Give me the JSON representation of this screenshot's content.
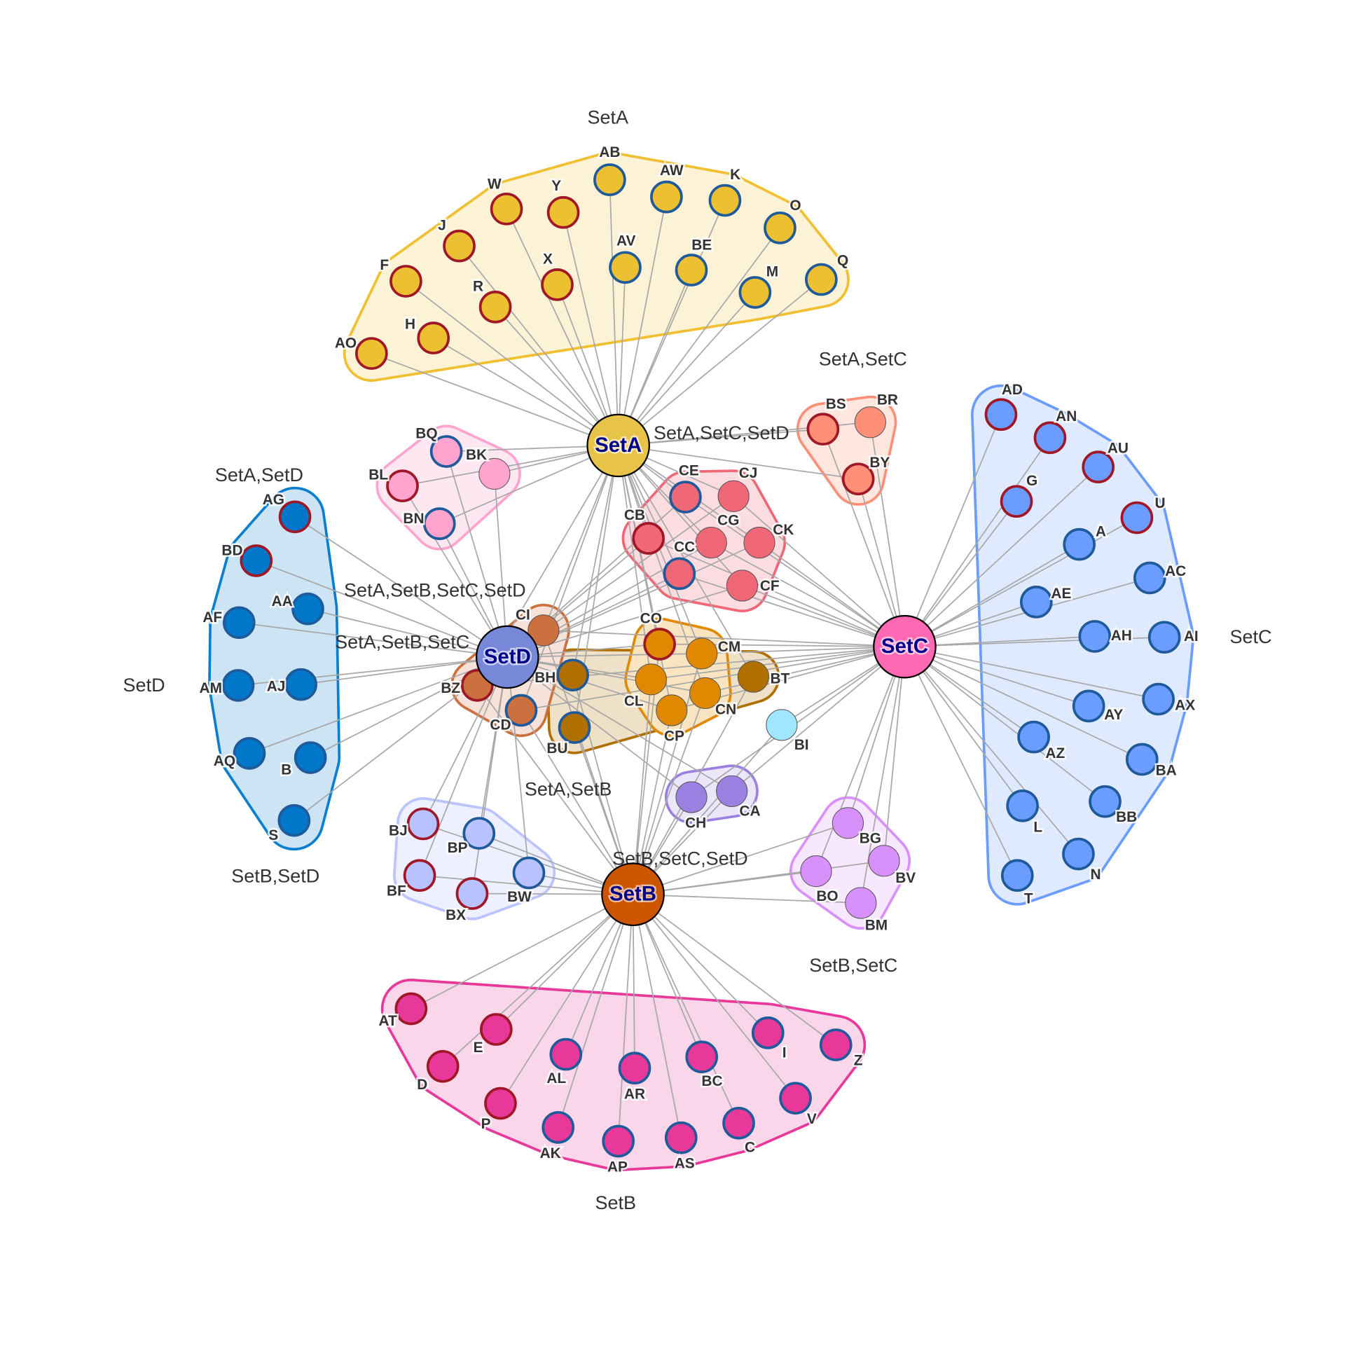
{
  "hubs": [
    {
      "id": "SetA",
      "label": "SetA",
      "color": "#e8c34a"
    },
    {
      "id": "SetB",
      "label": "SetB",
      "color": "#cc5500"
    },
    {
      "id": "SetC",
      "label": "SetC",
      "color": "#ff69b4"
    },
    {
      "id": "SetD",
      "label": "SetD",
      "color": "#7788d8"
    }
  ],
  "ring_colors": {
    "red": "#a01828",
    "blue": "#1f5a9a",
    "none": "#555555"
  },
  "edge_color": "#a8a8a8",
  "groups": [
    {
      "id": "gA",
      "label": "SetA",
      "sets": [
        "SetA"
      ],
      "node_color": "#ecc030",
      "hull_fill": "#fcf2d6",
      "hull_stroke": "#f0c030",
      "nodes": [
        {
          "id": "AB",
          "ring": "blue"
        },
        {
          "id": "W",
          "ring": "red"
        },
        {
          "id": "Y",
          "ring": "red"
        },
        {
          "id": "AW",
          "ring": "blue"
        },
        {
          "id": "K",
          "ring": "blue"
        },
        {
          "id": "O",
          "ring": "blue"
        },
        {
          "id": "J",
          "ring": "red"
        },
        {
          "id": "X",
          "ring": "red"
        },
        {
          "id": "AV",
          "ring": "blue"
        },
        {
          "id": "BE",
          "ring": "blue"
        },
        {
          "id": "F",
          "ring": "red"
        },
        {
          "id": "R",
          "ring": "red"
        },
        {
          "id": "M",
          "ring": "blue"
        },
        {
          "id": "Q",
          "ring": "blue"
        },
        {
          "id": "H",
          "ring": "red"
        },
        {
          "id": "AO",
          "ring": "red"
        }
      ]
    },
    {
      "id": "gC",
      "label": "SetC",
      "sets": [
        "SetC"
      ],
      "node_color": "#6b9cff",
      "hull_fill": "#e0eaff",
      "hull_stroke": "#6b9cff",
      "nodes": [
        {
          "id": "AD",
          "ring": "red"
        },
        {
          "id": "AN",
          "ring": "red"
        },
        {
          "id": "G",
          "ring": "red"
        },
        {
          "id": "AU",
          "ring": "red"
        },
        {
          "id": "U",
          "ring": "red"
        },
        {
          "id": "A",
          "ring": "blue"
        },
        {
          "id": "AC",
          "ring": "blue"
        },
        {
          "id": "AE",
          "ring": "blue"
        },
        {
          "id": "AH",
          "ring": "blue"
        },
        {
          "id": "AI",
          "ring": "blue"
        },
        {
          "id": "AY",
          "ring": "blue"
        },
        {
          "id": "AX",
          "ring": "blue"
        },
        {
          "id": "AZ",
          "ring": "blue"
        },
        {
          "id": "BA",
          "ring": "blue"
        },
        {
          "id": "L",
          "ring": "blue"
        },
        {
          "id": "BB",
          "ring": "blue"
        },
        {
          "id": "N",
          "ring": "blue"
        },
        {
          "id": "T",
          "ring": "blue"
        }
      ]
    },
    {
      "id": "gB",
      "label": "SetB",
      "sets": [
        "SetB"
      ],
      "node_color": "#e8399a",
      "hull_fill": "#f9d6ea",
      "hull_stroke": "#e8399a",
      "nodes": [
        {
          "id": "AT",
          "ring": "red"
        },
        {
          "id": "E",
          "ring": "red"
        },
        {
          "id": "D",
          "ring": "red"
        },
        {
          "id": "AL",
          "ring": "blue"
        },
        {
          "id": "AR",
          "ring": "blue"
        },
        {
          "id": "BC",
          "ring": "blue"
        },
        {
          "id": "I",
          "ring": "blue"
        },
        {
          "id": "Z",
          "ring": "blue"
        },
        {
          "id": "P",
          "ring": "red"
        },
        {
          "id": "V",
          "ring": "blue"
        },
        {
          "id": "AK",
          "ring": "blue"
        },
        {
          "id": "AP",
          "ring": "blue"
        },
        {
          "id": "AS",
          "ring": "blue"
        },
        {
          "id": "C",
          "ring": "blue"
        }
      ]
    },
    {
      "id": "gD",
      "label": "SetD",
      "sets": [
        "SetD"
      ],
      "node_color": "#0077c8",
      "hull_fill": "#cce4f4",
      "hull_stroke": "#0a7fd0",
      "nodes": [
        {
          "id": "AG",
          "ring": "red"
        },
        {
          "id": "BD",
          "ring": "red"
        },
        {
          "id": "AA",
          "ring": "blue"
        },
        {
          "id": "AF",
          "ring": "blue"
        },
        {
          "id": "AM",
          "ring": "blue"
        },
        {
          "id": "AJ",
          "ring": "blue"
        },
        {
          "id": "AQ",
          "ring": "blue"
        },
        {
          "id": "B",
          "ring": "blue"
        },
        {
          "id": "S",
          "ring": "blue"
        }
      ]
    },
    {
      "id": "gAC",
      "label": "SetA,SetC",
      "sets": [
        "SetA",
        "SetC"
      ],
      "node_color": "#ff9077",
      "hull_fill": "#ffe6df",
      "hull_stroke": "#ff9077",
      "nodes": [
        {
          "id": "BS",
          "ring": "red"
        },
        {
          "id": "BR",
          "ring": "none"
        },
        {
          "id": "BY",
          "ring": "red"
        }
      ]
    },
    {
      "id": "gAD",
      "label": "SetA,SetD",
      "sets": [
        "SetA",
        "SetD"
      ],
      "node_color": "#ffa3cf",
      "hull_fill": "#fde8f2",
      "hull_stroke": "#ffa3cf",
      "nodes": [
        {
          "id": "BQ",
          "ring": "blue"
        },
        {
          "id": "BK",
          "ring": "none"
        },
        {
          "id": "BL",
          "ring": "red"
        },
        {
          "id": "BN",
          "ring": "blue"
        }
      ]
    },
    {
      "id": "gACD",
      "label": "SetA,SetC,SetD",
      "sets": [
        "SetA",
        "SetC",
        "SetD"
      ],
      "node_color": "#f06878",
      "hull_fill": "#fbdde1",
      "hull_stroke": "#f06878",
      "nodes": [
        {
          "id": "CE",
          "ring": "blue"
        },
        {
          "id": "CJ",
          "ring": "none"
        },
        {
          "id": "CB",
          "ring": "red"
        },
        {
          "id": "CG",
          "ring": "none"
        },
        {
          "id": "CK",
          "ring": "none"
        },
        {
          "id": "CC",
          "ring": "blue"
        },
        {
          "id": "CF",
          "ring": "none"
        }
      ]
    },
    {
      "id": "gAB",
      "label": "SetA,SetB",
      "sets": [
        "SetA",
        "SetB"
      ],
      "node_color": "#b07000",
      "hull_fill": "#efe0c8",
      "hull_stroke": "#b07000",
      "nodes": [
        {
          "id": "BH",
          "ring": "blue"
        },
        {
          "id": "BU",
          "ring": "blue"
        },
        {
          "id": "BT",
          "ring": "none"
        }
      ]
    },
    {
      "id": "gABCD",
      "label": "SetA,SetB,SetC,SetD",
      "sets": [
        "SetA",
        "SetB",
        "SetC",
        "SetD"
      ],
      "node_color": "#e08800",
      "hull_fill": "#f8e4c0",
      "hull_stroke": "#e08800",
      "nodes": [
        {
          "id": "CO",
          "ring": "red"
        },
        {
          "id": "CM",
          "ring": "none"
        },
        {
          "id": "CL",
          "ring": "none"
        },
        {
          "id": "CN",
          "ring": "none"
        },
        {
          "id": "CP",
          "ring": "none"
        }
      ]
    },
    {
      "id": "gABC",
      "label": "SetA,SetB,SetC",
      "sets": [
        "SetA",
        "SetB",
        "SetC"
      ],
      "node_color": "#cc7040",
      "hull_fill": "#f6e2d8",
      "hull_stroke": "#cc7040",
      "nodes": [
        {
          "id": "CI",
          "ring": "none"
        },
        {
          "id": "BZ",
          "ring": "red"
        },
        {
          "id": "CD",
          "ring": "blue"
        }
      ]
    },
    {
      "id": "gBCD",
      "label": "SetB,SetC,SetD",
      "sets": [
        "SetB",
        "SetC",
        "SetD"
      ],
      "node_color": "#9a80e0",
      "hull_fill": "#ebe6fa",
      "hull_stroke": "#9a80e0",
      "nodes": [
        {
          "id": "CH",
          "ring": "none"
        },
        {
          "id": "CA",
          "ring": "none"
        }
      ]
    },
    {
      "id": "gBI",
      "sets": [
        "SetB",
        "SetC"
      ],
      "node_color": "#a0e6ff",
      "nodes": [
        {
          "id": "BI",
          "ring": "none"
        }
      ]
    },
    {
      "id": "gBD",
      "label": "SetB,SetD",
      "sets": [
        "SetB",
        "SetD"
      ],
      "node_color": "#b8c2ff",
      "hull_fill": "#eef0ff",
      "hull_stroke": "#bcc4ff",
      "nodes": [
        {
          "id": "BJ",
          "ring": "red"
        },
        {
          "id": "BP",
          "ring": "blue"
        },
        {
          "id": "BF",
          "ring": "red"
        },
        {
          "id": "BX",
          "ring": "red"
        },
        {
          "id": "BW",
          "ring": "blue"
        }
      ]
    },
    {
      "id": "gBC",
      "label": "SetB,SetC",
      "sets": [
        "SetB",
        "SetC"
      ],
      "node_color": "#d890fa",
      "hull_fill": "#f7e8ff",
      "hull_stroke": "#d890fa",
      "nodes": [
        {
          "id": "BG",
          "ring": "none"
        },
        {
          "id": "BO",
          "ring": "none"
        },
        {
          "id": "BV",
          "ring": "none"
        },
        {
          "id": "BM",
          "ring": "none"
        }
      ]
    }
  ]
}
